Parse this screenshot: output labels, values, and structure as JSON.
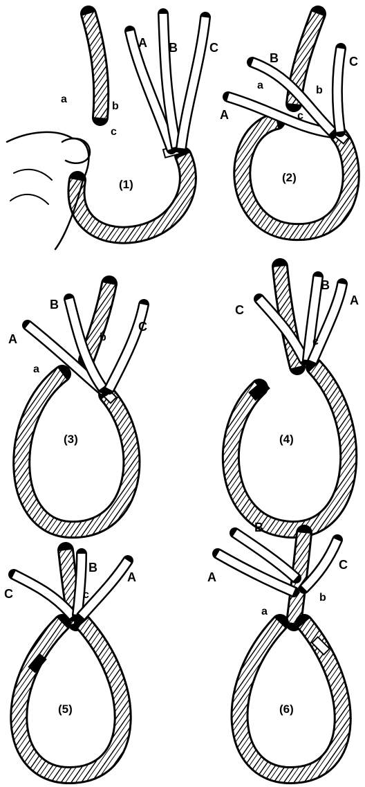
{
  "panels": [
    {
      "number": "(1)",
      "strand_labels": [
        "A",
        "B",
        "C"
      ],
      "rope_labels": [
        "a",
        "b",
        "c"
      ]
    },
    {
      "number": "(2)",
      "strand_labels": [
        "A",
        "B",
        "C"
      ],
      "rope_labels": [
        "a",
        "b",
        "c"
      ]
    },
    {
      "number": "(3)",
      "strand_labels": [
        "A",
        "B",
        "C"
      ],
      "rope_labels": [
        "a",
        "b"
      ]
    },
    {
      "number": "(4)",
      "strand_labels": [
        "A",
        "B",
        "C"
      ],
      "rope_labels": [
        "c"
      ]
    },
    {
      "number": "(5)",
      "strand_labels": [
        "A",
        "B",
        "C"
      ],
      "rope_labels": [
        "c"
      ]
    },
    {
      "number": "(6)",
      "strand_labels": [
        "A",
        "B",
        "C"
      ],
      "rope_labels": [
        "a",
        "b"
      ]
    }
  ]
}
